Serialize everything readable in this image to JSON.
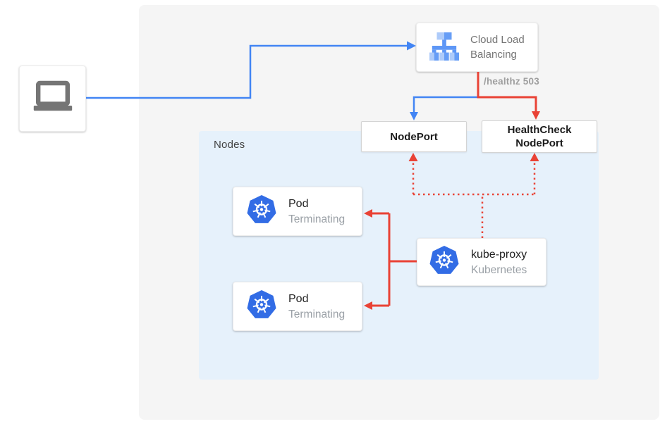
{
  "diagram": {
    "nodes_group": {
      "label": "Nodes"
    },
    "client": {
      "icon": "laptop-icon"
    },
    "cloud_load_balancing": {
      "icon": "cloud-load-balancing-icon",
      "line1": "Cloud Load",
      "line2": "Balancing"
    },
    "nodeport": {
      "label": "NodePort"
    },
    "healthcheck_nodeport": {
      "line1": "HealthCheck",
      "line2": "NodePort"
    },
    "pod_top": {
      "icon": "kubernetes-icon",
      "title": "Pod",
      "status": "Terminating"
    },
    "pod_bottom": {
      "icon": "kubernetes-icon",
      "title": "Pod",
      "status": "Terminating"
    },
    "kube_proxy": {
      "icon": "kubernetes-icon",
      "title": "kube-proxy",
      "subtitle": "Kubernetes"
    },
    "edges": {
      "healthz_label": "/healthz 503"
    },
    "colors": {
      "blue_line": "#4285F4",
      "red_line": "#E94235",
      "nodes_panel_bg": "#E6F1FB",
      "canvas_bg": "#F5F5F5",
      "kubernetes_blue": "#326CE5",
      "clb_icon_light_blue": "#AECBFA",
      "clb_icon_medium_blue": "#669DF6",
      "laptop_gray": "#757575",
      "text_dark": "#212121",
      "text_gray": "#9AA0A6",
      "healthz_text_gray": "#9E9E9E"
    }
  }
}
